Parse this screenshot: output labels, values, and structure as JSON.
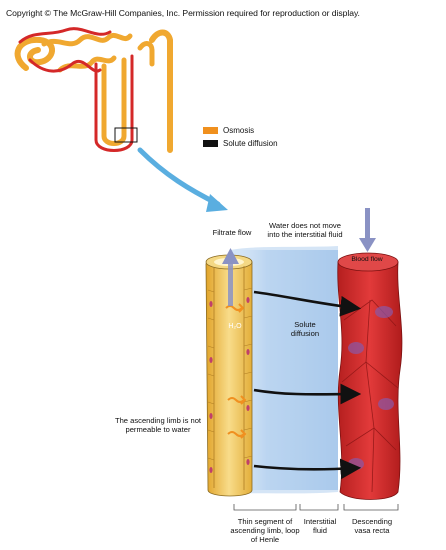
{
  "copyright": "Copyright © The McGraw-Hill Companies, Inc. Permission required for reproduction or display.",
  "legend": [
    {
      "label": "Osmosis",
      "color": "#f0901e"
    },
    {
      "label": "Solute diffusion",
      "color": "#111111"
    }
  ],
  "labels": {
    "filtrate_flow": "Filtrate flow",
    "water_note": "Water does not move into the interstitial fluid",
    "blood_flow": "Blood flow",
    "h2o": "H₂O",
    "solute_diffusion": "Solute diffusion",
    "ascending_note": "The ascending limb is not permeable to water",
    "thin_segment": "Thin segment of ascending limb, loop of Henle",
    "interstitial": "Interstitial fluid",
    "vasa_recta": "Descending vasa recta"
  },
  "colors": {
    "tubule": "#e9b030",
    "tubule_light": "#f7df95",
    "vessel": "#d42a2a",
    "vessel_dark": "#a81c1c",
    "interstitial": "#bfd8f2",
    "arrow_blue": "#5aaee0",
    "flow_arrow": "#8a90c0"
  }
}
